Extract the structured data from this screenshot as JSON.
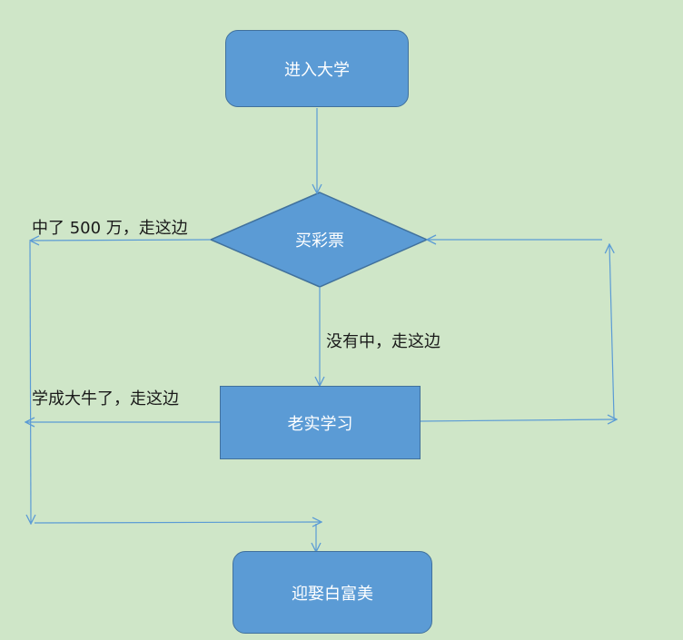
{
  "nodes": {
    "start": "进入大学",
    "decision": "买彩票",
    "study": "老实学习",
    "end": "迎娶白富美"
  },
  "edge_labels": {
    "win": "中了 500 万，走这边",
    "lose": "没有中，走这边",
    "success": "学成大牛了，走这边"
  },
  "colors": {
    "background": "#cfe6c8",
    "node_fill": "#5b9bd5",
    "node_border": "#41719c",
    "edge": "#5b9bd5"
  }
}
